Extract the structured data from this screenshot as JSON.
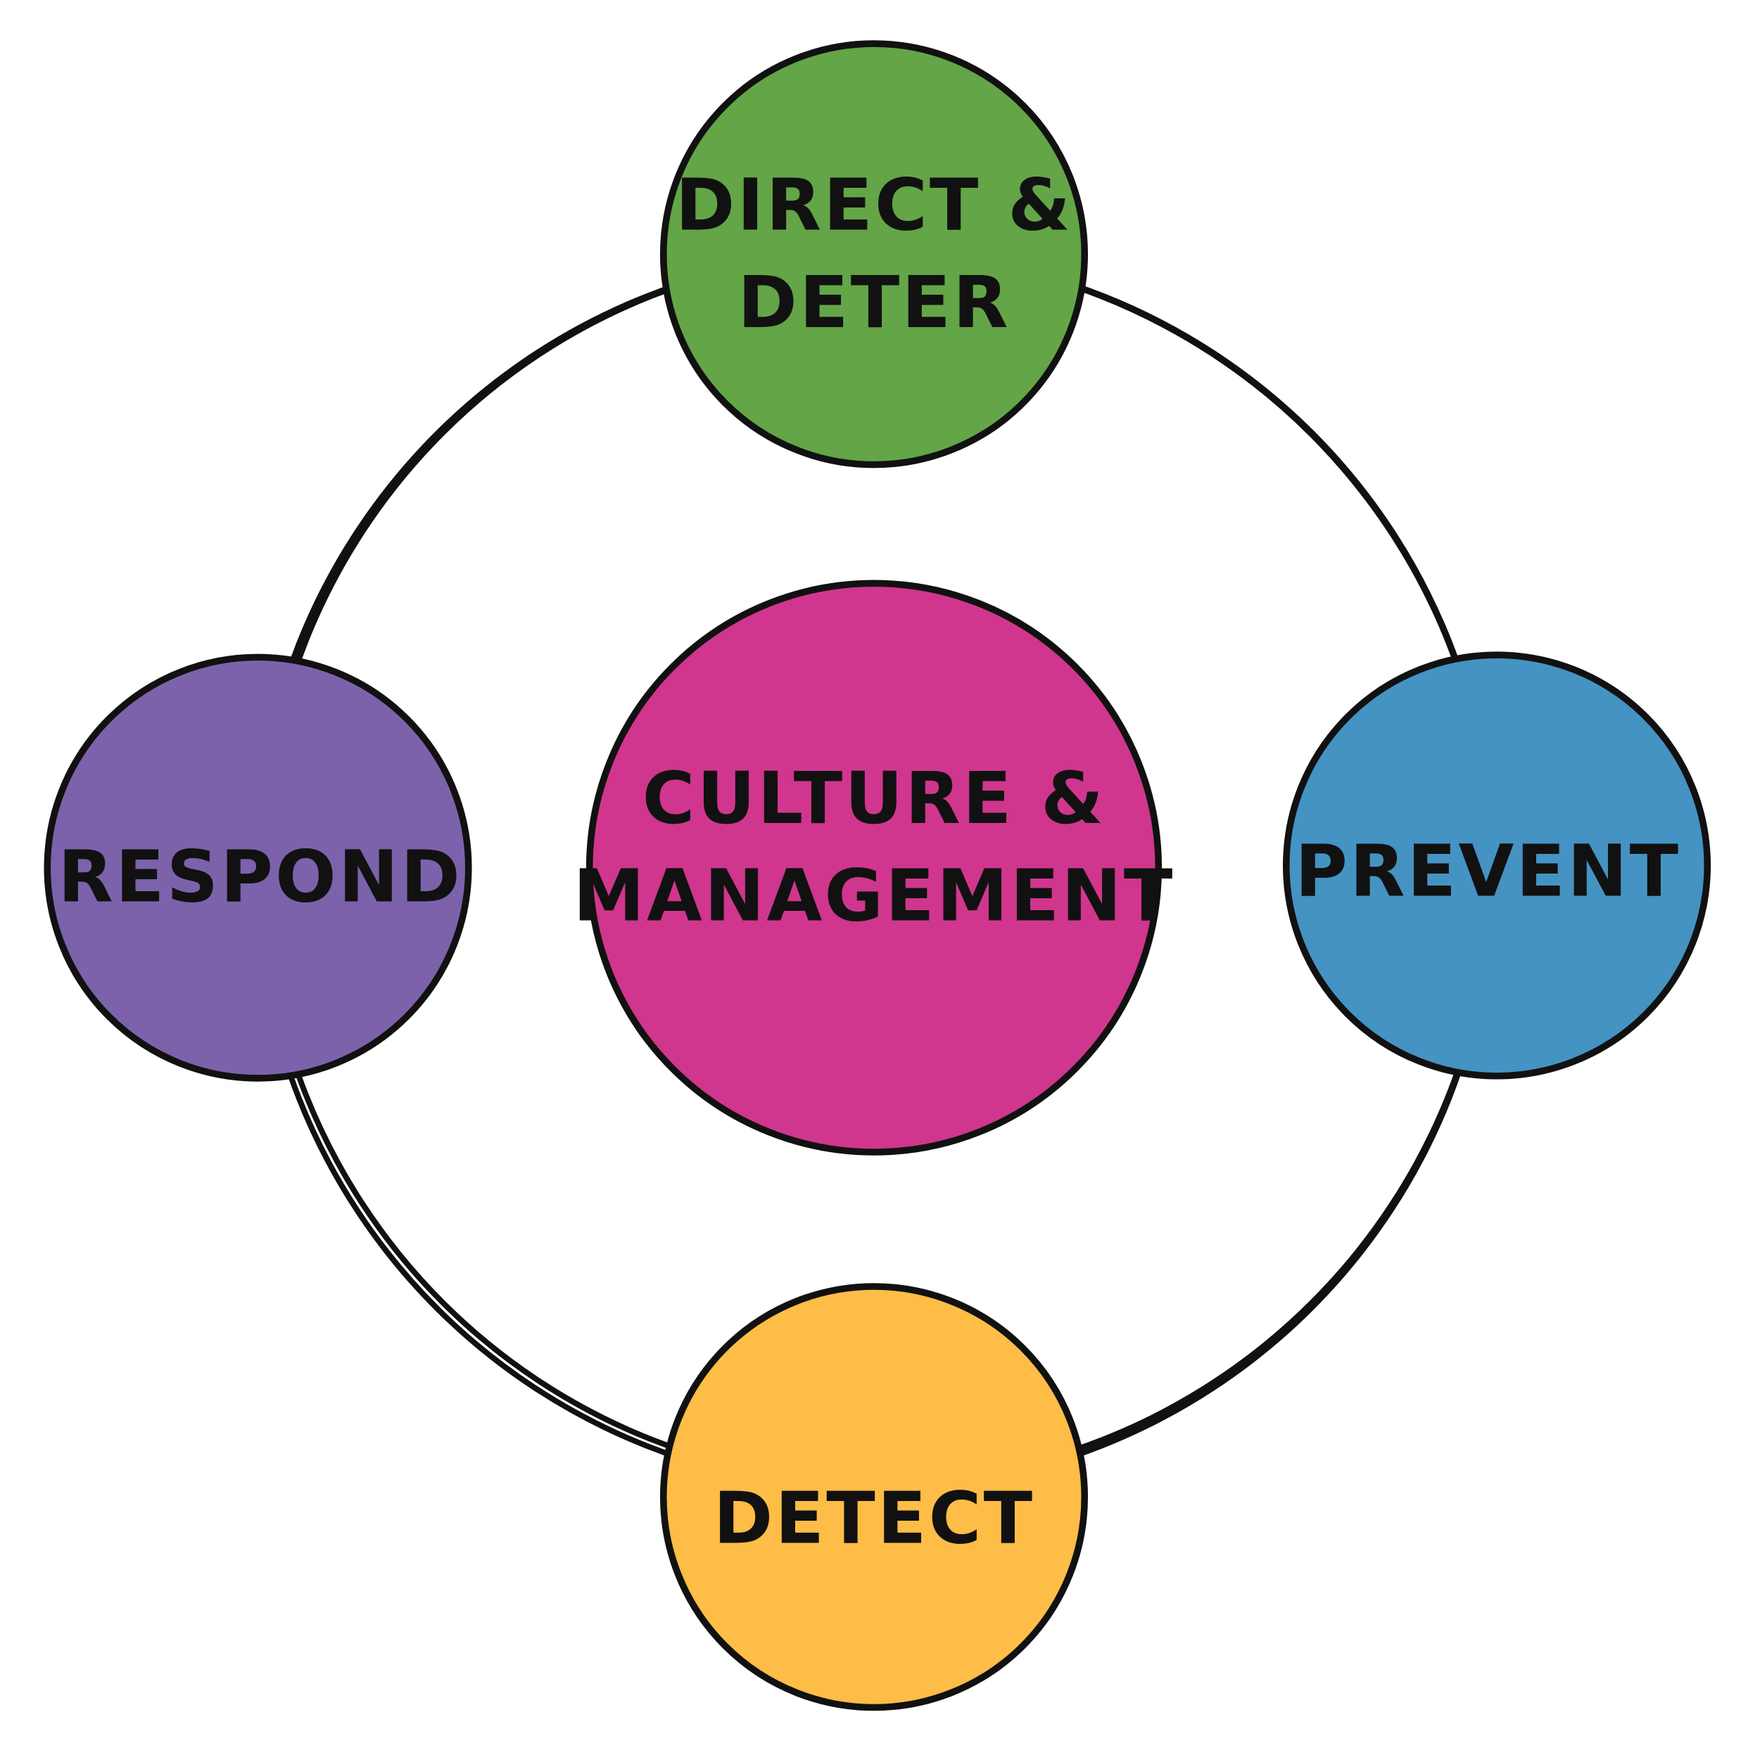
{
  "diagram": {
    "nodes": [
      {
        "id": "center",
        "lines": [
          "CULTURE &",
          "MANAGEMENT"
        ],
        "color": "#d0368e"
      },
      {
        "id": "top",
        "lines": [
          "DIRECT &",
          "DETER"
        ],
        "color": "#63a547"
      },
      {
        "id": "right",
        "lines": [
          "PREVENT"
        ],
        "color": "#4593c3"
      },
      {
        "id": "bottom",
        "lines": [
          "DETECT"
        ],
        "color": "#fdbd46"
      },
      {
        "id": "left",
        "lines": [
          "RESPOND"
        ],
        "color": "#7c62ab"
      }
    ]
  }
}
